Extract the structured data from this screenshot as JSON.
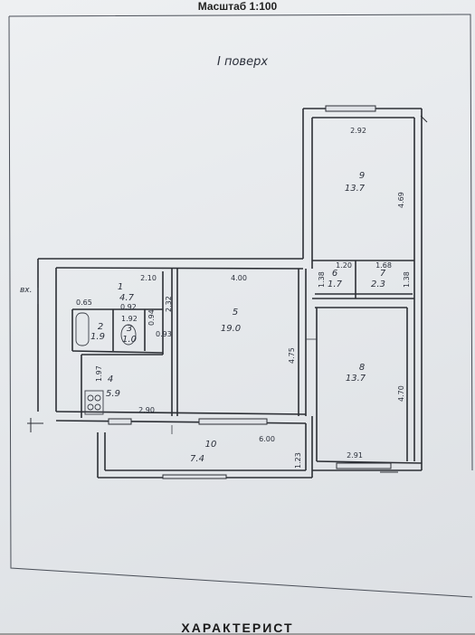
{
  "header": {
    "scale": "Масштаб 1:100"
  },
  "plan": {
    "floor": "I поверх",
    "entrance": "вх.",
    "rooms": [
      {
        "id": "1",
        "num": "1",
        "area": "4.7"
      },
      {
        "id": "2",
        "num": "2",
        "area": "1.9"
      },
      {
        "id": "3",
        "num": "3",
        "area": "1.0"
      },
      {
        "id": "4",
        "num": "4",
        "area": "5.9"
      },
      {
        "id": "5",
        "num": "5",
        "area": "19.0"
      },
      {
        "id": "6",
        "num": "6",
        "area": "1.7"
      },
      {
        "id": "7",
        "num": "7",
        "area": "2.3"
      },
      {
        "id": "8",
        "num": "8",
        "area": "13.7"
      },
      {
        "id": "9",
        "num": "9",
        "area": "13.7"
      },
      {
        "id": "10",
        "num": "10",
        "area": "7.4"
      }
    ],
    "dimensions": {
      "d_2_92": "2.92",
      "d_4_69": "4.69",
      "d_2_10": "2.10",
      "d_4_00": "4.00",
      "d_1_20": "1.20",
      "d_1_68": "1.68",
      "d_1_38a": "1.38",
      "d_1_38b": "1.38",
      "d_0_65": "0.65",
      "d_0_92": "0.92",
      "d_2_32": "2.32",
      "d_1_92": "1.92",
      "d_0_94": "0.94",
      "d_0_93": "0.93",
      "d_1_97": "1.97",
      "d_2_90": "2.90",
      "d_4_75": "4.75",
      "d_4_70": "4.70",
      "d_6_00": "6.00",
      "d_1_23": "1.23",
      "d_2_91": "2.91"
    }
  },
  "footer": {
    "text": "ХАРАКТЕРИСТ"
  }
}
